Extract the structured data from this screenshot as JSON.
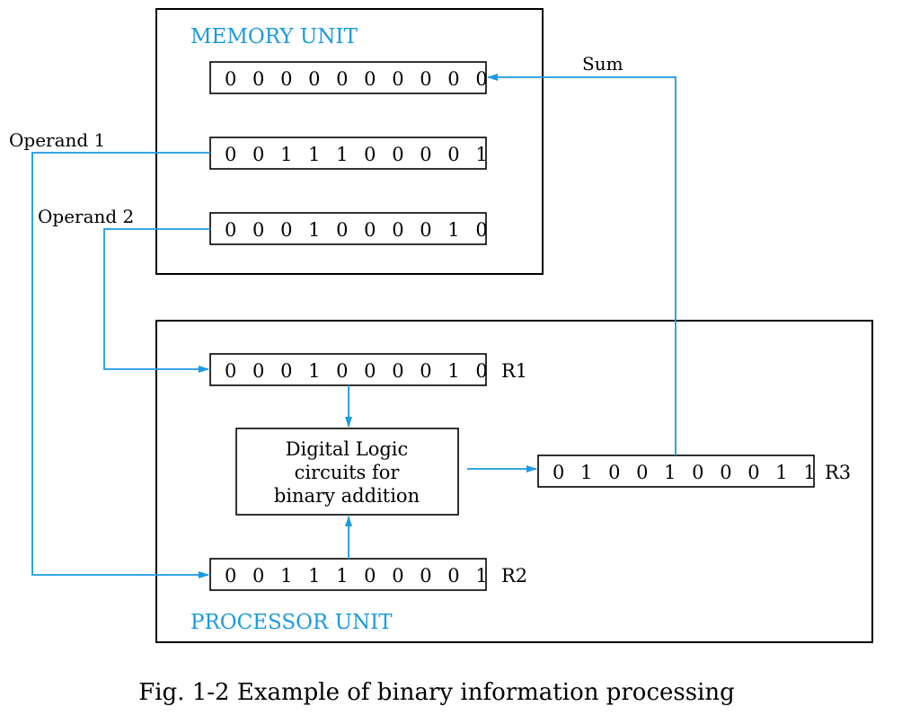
{
  "colors": {
    "accent": "#1a9ae0",
    "ink": "#000000"
  },
  "memory_unit": {
    "title": "MEMORY UNIT",
    "words": [
      "0 0 0 0 0 0 0 0 0 0",
      "0 0 1 1 1 0 0 0 0 1",
      "0 0 0 1 0 0 0 0 1 0"
    ]
  },
  "processor_unit": {
    "title": "PROCESSOR UNIT",
    "r1": {
      "label": "R1",
      "value": "0 0 0 1 0 0 0 0 1 0"
    },
    "r2": {
      "label": "R2",
      "value": "0 0 1 1 1 0 0 0 0 1"
    },
    "r3": {
      "label": "R3",
      "value": "0 1 0 0 1 0 0 0 1 1"
    },
    "logic": {
      "lines": [
        "Digital Logic",
        "circuits for",
        "binary addition"
      ]
    }
  },
  "wire_labels": {
    "sum": "Sum",
    "operand1": "Operand 1",
    "operand2": "Operand 2"
  },
  "caption": "Fig. 1-2  Example of binary information processing"
}
